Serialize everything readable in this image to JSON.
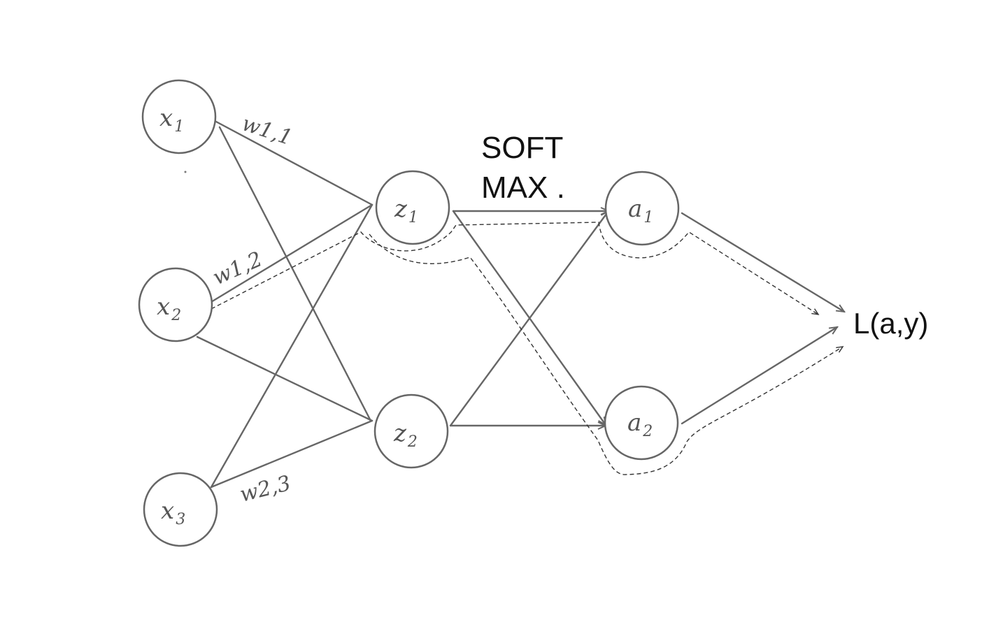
{
  "nodes": {
    "x1": {
      "main": "x",
      "sub": "1"
    },
    "x2": {
      "main": "x",
      "sub": "2"
    },
    "x3": {
      "main": "x",
      "sub": "3"
    },
    "z1": {
      "main": "z",
      "sub": "1"
    },
    "z2": {
      "main": "z",
      "sub": "2"
    },
    "a1": {
      "main": "a",
      "sub": "1"
    },
    "a2": {
      "main": "a",
      "sub": "2"
    }
  },
  "weights": {
    "w11": "w1,1",
    "w12": "w1,2",
    "w23": "w2,3"
  },
  "softmax": {
    "line1": "SOFT",
    "line2": "MAX ."
  },
  "loss": {
    "label": "L(a,y)"
  }
}
